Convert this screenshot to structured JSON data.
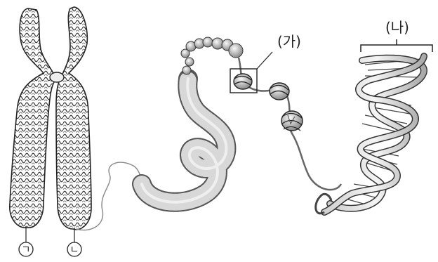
{
  "labels": {
    "chromatid_left": "ㄱ",
    "chromatid_right": "ㄴ",
    "nucleosome": "(가)",
    "dna_helix": "(나)"
  }
}
